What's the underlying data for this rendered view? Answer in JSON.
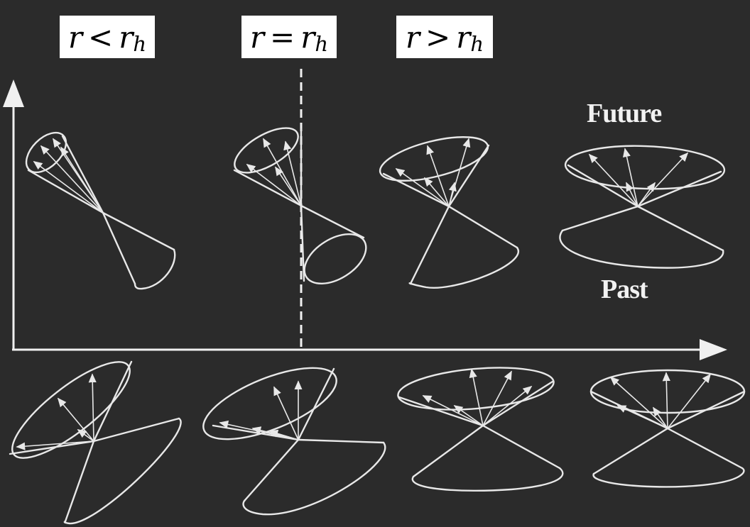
{
  "labels": {
    "inside": {
      "symbol": "r",
      "op": "<",
      "sym2": "r",
      "sub": "h"
    },
    "horizon": {
      "symbol": "r",
      "op": "=",
      "sym2": "r",
      "sub": "h"
    },
    "outside": {
      "symbol": "r",
      "op": ">",
      "sym2": "r",
      "sub": "h"
    },
    "future": "Future",
    "past": "Past"
  },
  "colors": {
    "background": "#2b2b2b",
    "line": "#e8e8e8",
    "label_box": "#ffffff"
  }
}
